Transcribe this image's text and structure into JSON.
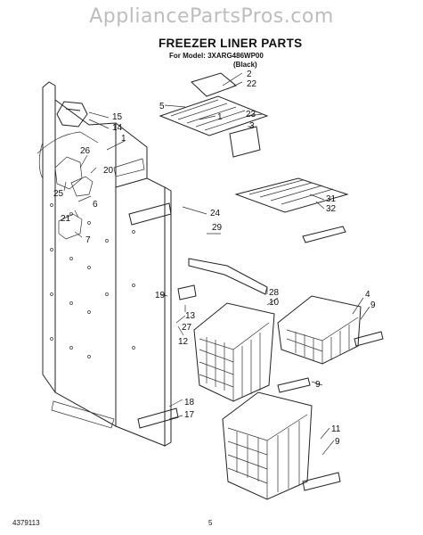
{
  "watermark": "AppliancePartsPros.com",
  "title": "FREEZER LINER PARTS",
  "model_line": "For Model: 3XARG486WP00",
  "color_line": "(Black)",
  "footer": {
    "doc_number": "4379113",
    "page": "5"
  },
  "callouts": [
    "2",
    "22",
    "5",
    "1",
    "23",
    "3",
    "15",
    "14",
    "1",
    "26",
    "20",
    "25",
    "6",
    "21",
    "7",
    "24",
    "31",
    "32",
    "29",
    "28",
    "10",
    "4",
    "9",
    "19",
    "13",
    "27",
    "12",
    "18",
    "17",
    "9",
    "11",
    "9"
  ]
}
